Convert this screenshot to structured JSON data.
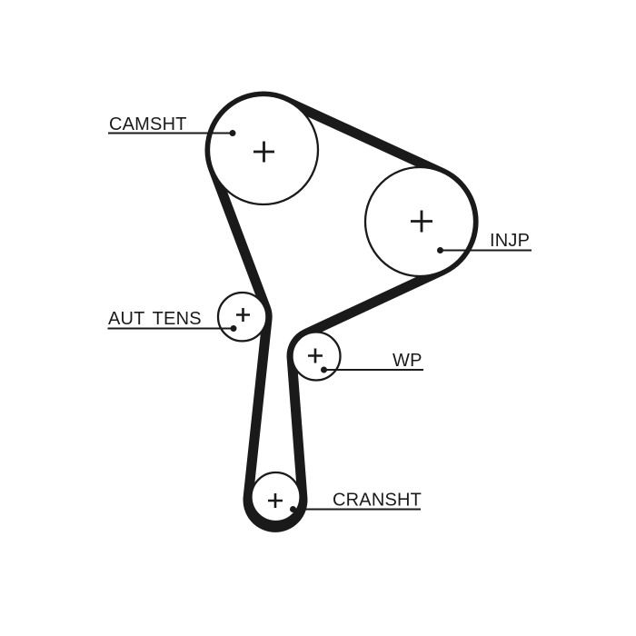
{
  "diagram": {
    "kind": "timing-belt-routing-diagram",
    "colors": {
      "background": "#ffffff",
      "ink": "#1a1a1a"
    },
    "belt": {
      "name": "timing-belt",
      "color": "#1a1a1a",
      "stroke_width": 11
    },
    "pulleys": [
      {
        "id": "camshaft",
        "label": "CAMSHT",
        "center_mark_icon": "plus-icon",
        "size": "large"
      },
      {
        "id": "injection-pump",
        "label": "INJP",
        "center_mark_icon": "plus-icon",
        "size": "large"
      },
      {
        "id": "auto-tensioner",
        "label": "AUT TENS",
        "center_mark_icon": "plus-icon",
        "size": "small"
      },
      {
        "id": "water-pump",
        "label": "WP",
        "center_mark_icon": "plus-icon",
        "size": "small"
      },
      {
        "id": "crankshaft",
        "label": "CRANSHT",
        "center_mark_icon": "plus-icon",
        "size": "small"
      }
    ]
  }
}
